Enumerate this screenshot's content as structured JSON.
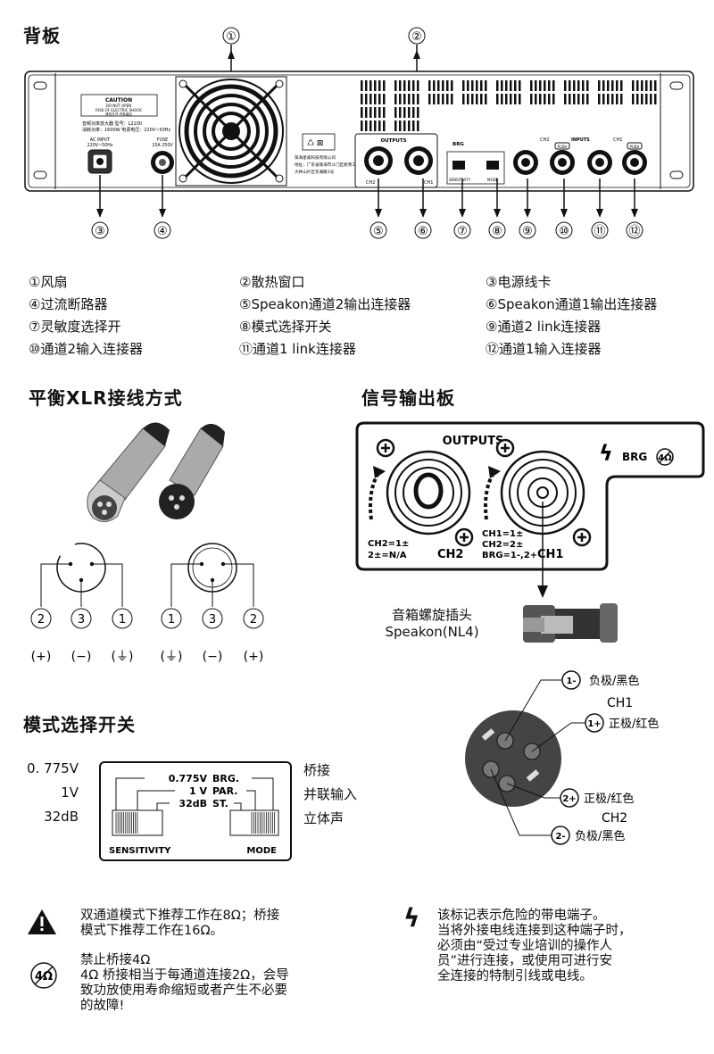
{
  "sections": {
    "back_panel": "背板",
    "xlr": "平衡XLR接线方式",
    "output_board": "信号输出板",
    "mode_switch": "模式选择开关"
  },
  "callouts": [
    "①",
    "②",
    "③",
    "④",
    "⑤",
    "⑥",
    "⑦",
    "⑧",
    "⑨",
    "⑩",
    "⑪",
    "⑫"
  ],
  "panel": {
    "caution_title": "CAUTION",
    "caution_lines": [
      "DO NOT OPEN",
      "RISK OF ELECTRIC SHOCK",
      "请勿打开  内有高压"
    ],
    "spec_lines": [
      "音频功率放大器    型号：L2100",
      "消耗功率：1600W   电源电压：220V~50Hz"
    ],
    "ac_input": [
      "AC INPUT",
      "220V~50Hz"
    ],
    "fuse": [
      "FUSE",
      "15A 250V"
    ],
    "company": [
      "珠海星威科技有限公司",
      "地址：广东省珠海市斗门区新青工业园",
      "大林山片区东湖路1号"
    ],
    "outputs": "OUTPUTS",
    "ch2_small": "CH2",
    "ch1_small": "CH1",
    "inputs": "INPUTS",
    "brg_small": "BRG",
    "sensitivity_small": "SENSITIVITY",
    "mode_small": "MODE",
    "push": "PUSH"
  },
  "legend": [
    "①风扇",
    "②散热窗口",
    "③电源线卡",
    "④过流断路器",
    "⑤Speakon通道2输出连接器",
    "⑥Speakon通道1输出连接器",
    "⑦灵敏度选择开",
    "⑧模式选择开关",
    "⑨通道2 link连接器",
    "⑩通道2输入连接器",
    "⑪通道1 link连接器",
    "⑫通道1输入连接器"
  ],
  "xlr": {
    "left_pins": [
      "2",
      "3",
      "1"
    ],
    "right_pins": [
      "1",
      "3",
      "2"
    ],
    "left_polarity": [
      "(+)",
      "(−)",
      "(⏚)"
    ],
    "right_polarity": [
      "(⏚)",
      "(−)",
      "(+)"
    ]
  },
  "output_board": {
    "title": "OUTPUTS",
    "brg": "BRG",
    "no4": "4Ω",
    "ch2_label": "CH2",
    "ch1_label": "CH1",
    "ch2_lines": [
      "CH2=1±",
      "2±=N/A"
    ],
    "ch1_lines": [
      "CH1=1±",
      "CH2=2±",
      "BRG=1-,2+"
    ],
    "plug_name": "音箱螺旋插头",
    "plug_model": "Speakon(NL4)"
  },
  "pins": {
    "p1m": "1-",
    "p1p": "1+",
    "p2p": "2+",
    "p2m": "2-",
    "neg_black_1": "负极/黑色",
    "ch1": "CH1",
    "pos_red_1": "正极/红色",
    "pos_red_2": "正极/红色",
    "ch2": "CH2",
    "neg_black_2": "负极/黑色"
  },
  "mode": {
    "left_values": [
      "0. 775V",
      "1V",
      "32dB"
    ],
    "right_values": [
      "桥接",
      "并联输入",
      "立体声"
    ],
    "box_left": [
      "0.775V",
      "1 V",
      "32dB"
    ],
    "box_right": [
      "BRG.",
      "PAR.",
      "ST."
    ],
    "sensitivity": "SENSITIVITY",
    "mode": "MODE"
  },
  "notes": {
    "warning": [
      "双通道模式下推荐工作在8Ω；桥接",
      "模式下推荐工作在16Ω。"
    ],
    "forbid": [
      "禁止桥接4Ω",
      "4Ω 桥接相当于每通道连接2Ω，会导",
      "致功放使用寿命缩短或者产生不必要",
      "的故障!"
    ],
    "forbid_icon_text": "4Ω",
    "hazard": [
      "该标记表示危险的带电端子。",
      "当将外接电线连接到这种端子时，",
      "必须由“受过专业培训的操作人",
      "员”进行连接，或使用可进行安",
      "全连接的特制引线或电线。"
    ]
  }
}
